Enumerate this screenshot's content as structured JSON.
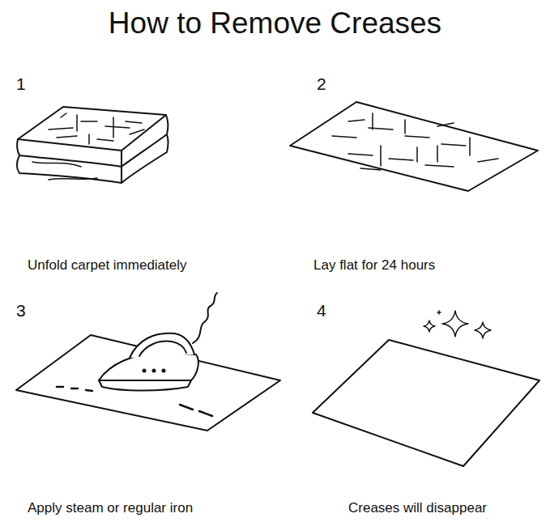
{
  "diagram": {
    "title": "How to Remove Creases",
    "labels": [
      "1",
      "Unfold carpet immediately",
      "2",
      "Lay flat for 24 hours",
      "3",
      "Apply steam or regular iron",
      "4",
      "Creases will disappear"
    ]
  }
}
